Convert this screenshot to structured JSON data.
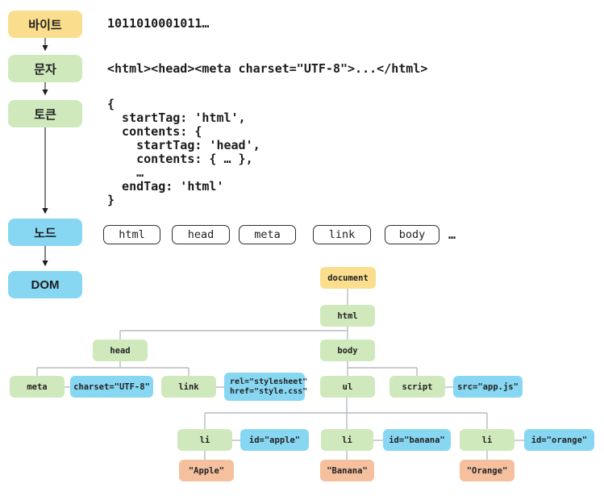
{
  "colors": {
    "stage_yellow": "#FADE8D",
    "node_green": "#CFE9BC",
    "node_blue": "#87D7F3",
    "text_node_orange": "#F5C09E",
    "connector_gray": "#B5BCC2",
    "arrow_black": "#333333"
  },
  "pipeline": {
    "stages": [
      {
        "id": "bytes",
        "label": "바이트"
      },
      {
        "id": "characters",
        "label": "문자"
      },
      {
        "id": "tokens",
        "label": "토큰"
      },
      {
        "id": "nodes",
        "label": "노드"
      },
      {
        "id": "dom",
        "label": "DOM"
      }
    ]
  },
  "samples": {
    "bytes": "1011010001011…",
    "characters": "<html><head><meta charset=\"UTF-8\">...</html>",
    "tokens": "{\n  startTag: 'html',\n  contents: {\n    startTag: 'head',\n    contents: { … },\n    …\n  endTag: 'html'\n}"
  },
  "node_row": {
    "items": [
      "html",
      "head",
      "meta",
      "link",
      "body"
    ],
    "ellipsis": "…"
  },
  "tree": {
    "document": "document",
    "html": "html",
    "head": "head",
    "body": "body",
    "meta": "meta",
    "meta_attr": "charset=\"UTF-8\"",
    "link": "link",
    "link_attr": "rel=\"stylesheet\"\nhref=\"style.css\"",
    "ul": "ul",
    "script": "script",
    "script_attr": "src=\"app.js\"",
    "li_1": "li",
    "li_1_attr": "id=\"apple\"",
    "li_1_text": "\"Apple\"",
    "li_2": "li",
    "li_2_attr": "id=\"banana\"",
    "li_2_text": "\"Banana\"",
    "li_3": "li",
    "li_3_attr": "id=\"orange\"",
    "li_3_text": "\"Orange\""
  }
}
